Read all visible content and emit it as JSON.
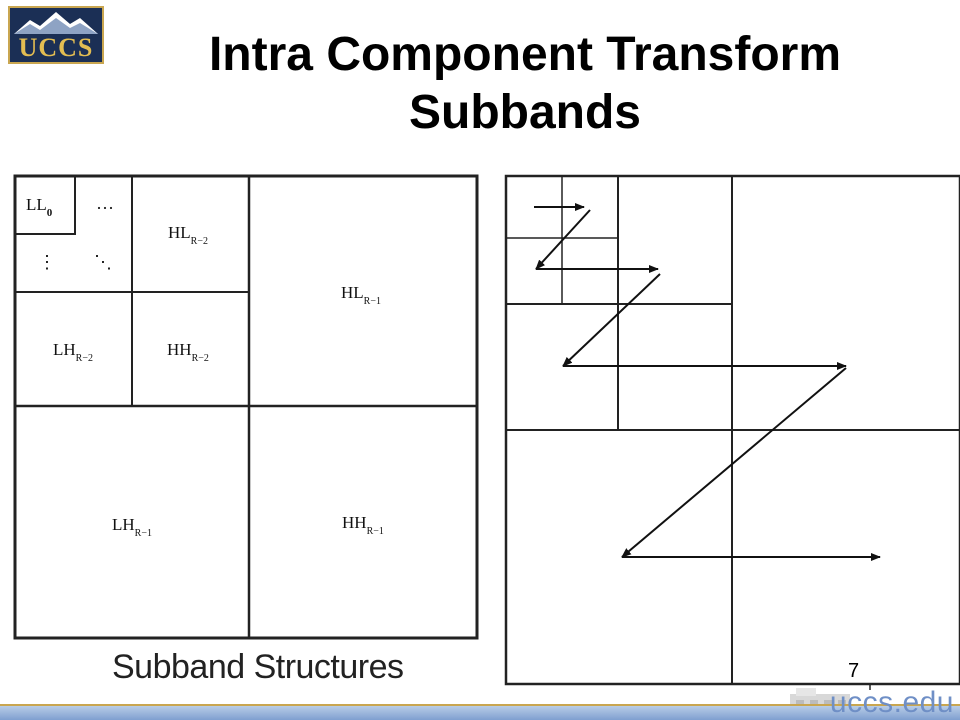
{
  "logo": {
    "text": "UCCS"
  },
  "title": {
    "line1": "Intra Component Transform",
    "line2": "Subbands"
  },
  "left_figure": {
    "caption": "Subband Structures",
    "labels": {
      "ll_main": "LL",
      "ll_sub": "0",
      "hl2_main": "HL",
      "hl2_sub": "R−2",
      "lh2_main": "LH",
      "lh2_sub": "R−2",
      "hh2_main": "HH",
      "hh2_sub": "R−2",
      "hl1_main": "HL",
      "hl1_sub": "R−1",
      "lh1_main": "LH",
      "lh1_sub": "R−1",
      "hh1_main": "HH",
      "hh1_sub": "R−1",
      "hdots": "···",
      "vdots": "⋮",
      "ddots": "⋱"
    }
  },
  "page_number": "7",
  "footer": {
    "url": "uccs.edu"
  }
}
